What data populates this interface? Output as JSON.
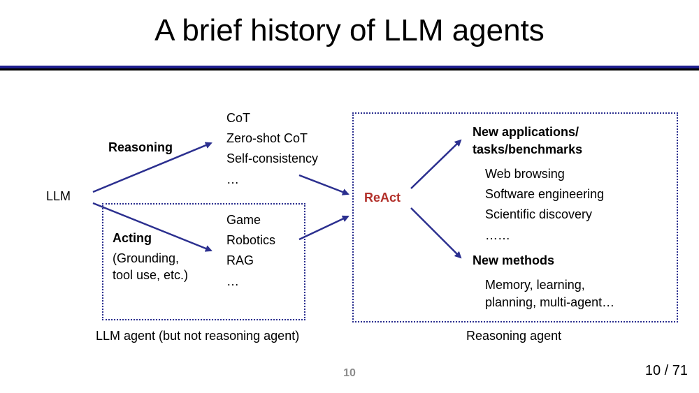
{
  "slide": {
    "title": "A brief history of LLM agents",
    "rule_color": "#1f1f8f",
    "arrow_color": "#2b2f8f",
    "accent_color": "#b2302a",
    "page_number_center": "10",
    "page_number_right": "10 / 71"
  },
  "diagram": {
    "root": "LLM",
    "reasoning_label": "Reasoning",
    "acting_label": "Acting",
    "acting_detail": [
      "(Grounding,",
      "tool use, etc.)"
    ],
    "reasoning_methods": [
      "CoT",
      "Zero-shot CoT",
      "Self-consistency",
      "…"
    ],
    "acting_methods": [
      "Game",
      "Robotics",
      "RAG",
      "…"
    ],
    "react": "ReAct",
    "new_apps_title": [
      "New applications/",
      "tasks/benchmarks"
    ],
    "new_apps_items": [
      "Web browsing",
      "Software engineering",
      "Scientific discovery",
      "……"
    ],
    "new_methods_title": "New methods",
    "new_methods_items": [
      "Memory, learning,",
      "planning, multi-agent…"
    ],
    "llm_agent_caption": "LLM agent (but not reasoning agent)",
    "reasoning_agent_caption": "Reasoning agent"
  }
}
